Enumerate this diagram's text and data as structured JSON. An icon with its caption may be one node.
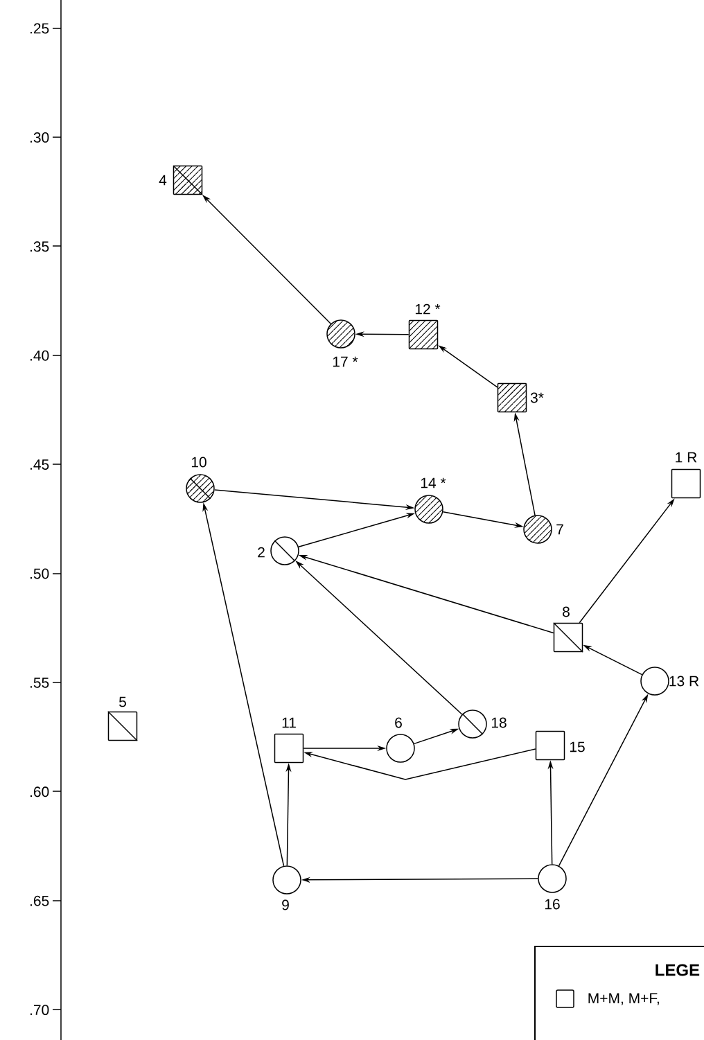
{
  "diagram": {
    "nodes": [
      {
        "text": [
          "4"
        ]
      },
      {
        "text": [
          "12 *"
        ]
      },
      {
        "text": [
          "17 *"
        ]
      },
      {
        "text": [
          "3*"
        ]
      },
      {
        "text": [
          "10"
        ]
      },
      {
        "text": [
          "14 *"
        ]
      },
      {
        "text": [
          "7"
        ]
      },
      {
        "text": [
          "1 R"
        ]
      },
      {
        "text": [
          "2"
        ]
      },
      {
        "text": [
          "8"
        ]
      },
      {
        "text": [
          "13 R"
        ]
      },
      {
        "text": [
          "5"
        ]
      },
      {
        "text": [
          "11"
        ]
      },
      {
        "text": [
          "6"
        ]
      },
      {
        "text": [
          "18"
        ]
      },
      {
        "text": [
          "15"
        ]
      },
      {
        "text": [
          "9"
        ]
      },
      {
        "text": [
          "16"
        ]
      }
    ],
    "edges": [
      {
        "from": 2,
        "to": 0,
        "arrow": "to"
      },
      {
        "from": 1,
        "to": 2,
        "arrow": "to"
      },
      {
        "from": 3,
        "to": 1,
        "arrow": "to"
      },
      {
        "from": 6,
        "to": 3,
        "arrow": "to"
      },
      {
        "from": 5,
        "to": 6,
        "arrow": "to"
      },
      {
        "from": 4,
        "to": 5,
        "arrow": "to"
      },
      {
        "from": 8,
        "to": 5,
        "arrow": "to"
      },
      {
        "from": 9,
        "to": 8,
        "arrow": "to"
      },
      {
        "from": 14,
        "to": 8,
        "arrow": "to"
      },
      {
        "from": 9,
        "to": 7,
        "arrow": "to"
      },
      {
        "from": 10,
        "to": 9,
        "arrow": "to"
      },
      {
        "from": 17,
        "to": 10,
        "arrow": "to"
      },
      {
        "from": 17,
        "to": 15,
        "arrow": "to"
      },
      {
        "from": 17,
        "to": 16,
        "arrow": "to"
      },
      {
        "from": 16,
        "to": 4,
        "arrow": "to"
      },
      {
        "from": 16,
        "to": 12,
        "arrow": "to"
      },
      {
        "from": 12,
        "to": 13,
        "arrow": "to"
      },
      {
        "from": 13,
        "to": 14,
        "arrow": "to"
      },
      {
        "from": 15,
        "to": 12,
        "arrow": "to"
      }
    ],
    "labels": [
      ".25",
      ".30",
      ".35",
      ".40",
      ".45",
      ".50",
      ".55",
      ".60",
      ".65",
      ".70",
      "LEGE"
    ],
    "legend": [
      {
        "text": "M+M, M+F,"
      }
    ]
  }
}
